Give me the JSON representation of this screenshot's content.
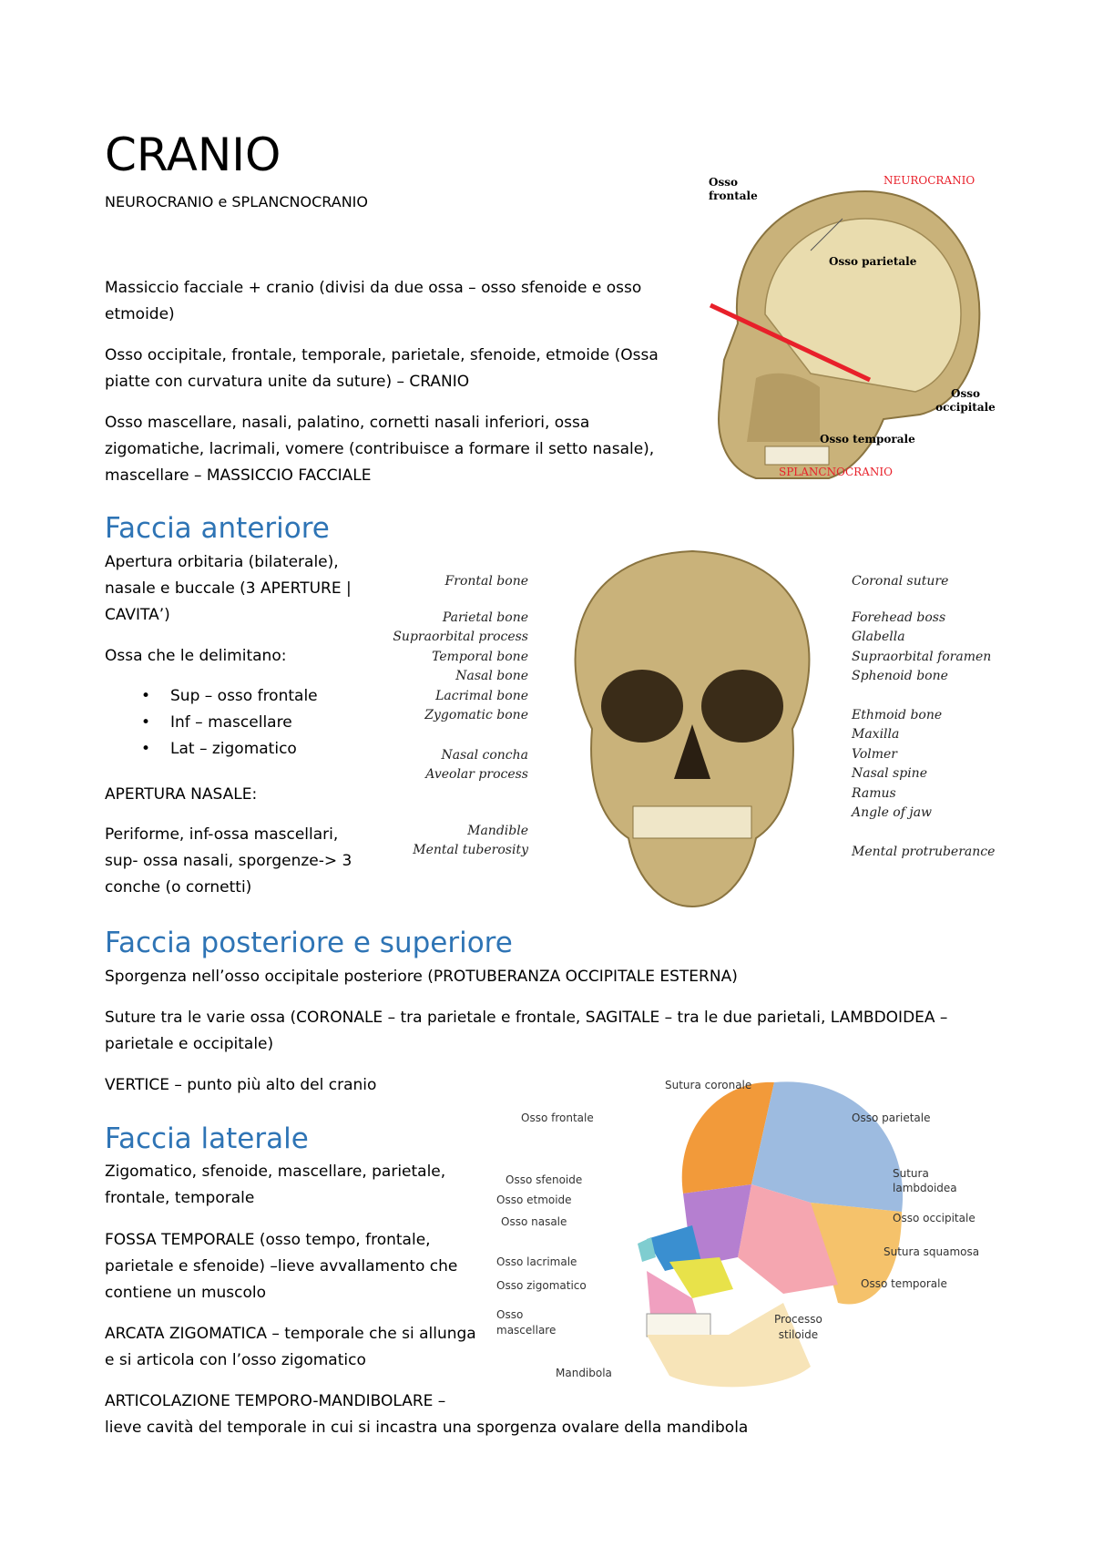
{
  "header": {
    "title": "CRANIO",
    "subtitle": "NEUROCRANIO e SPLANCNOCRANIO"
  },
  "intro": {
    "p1": "Massiccio facciale + cranio (divisi da due ossa – osso sfenoide e osso etmoide)",
    "p2": "Osso occipitale, frontale, temporale, parietale, sfenoide, etmoide (Ossa piatte con curvatura unite da suture) – CRANIO",
    "p3": "Osso mascellare, nasali, palatino, cornetti nasali inferiori, ossa zigomatiche, lacrimali, vomere (contribuisce a formare il setto nasale), mascellare – MASSICCIO FACCIALE"
  },
  "fig1": {
    "frontale": "Osso frontale",
    "parietale": "Osso parietale",
    "occipitale": "Osso occipitale",
    "temporale": "Osso temporale",
    "neuro": "NEUROCRANIO",
    "splanc": "SPLANCNOCRANIO"
  },
  "anteriore": {
    "heading": "Faccia anteriore",
    "p1": "Apertura orbitaria (bilaterale), nasale e buccale (3 APERTURE | CAVITA’)",
    "p2": "Ossa che le delimitano:",
    "bullets": [
      "Sup – osso frontale",
      "Inf – mascellare",
      "Lat – zigomatico"
    ],
    "p3": "APERTURA NASALE:",
    "p4": "Periforme, inf-ossa mascellari, sup- ossa nasali, sporgenze-> 3 conche (o cornetti)"
  },
  "fig2": {
    "left": [
      "Frontal bone",
      "Parietal bone",
      "Supraorbital process",
      "Temporal bone",
      "Nasal bone",
      "Lacrimal bone",
      "Zygomatic bone",
      "Nasal concha",
      "Aveolar process",
      "Mandible",
      "Mental tuberosity"
    ],
    "right": [
      "Coronal suture",
      "Forehead boss",
      "Glabella",
      "Supraorbital foramen",
      "Sphenoid bone",
      "Ethmoid bone",
      "Maxilla",
      "Volmer",
      "Nasal spine",
      "Ramus",
      "Angle of jaw",
      "Mental protruberance"
    ]
  },
  "posteriore": {
    "heading": "Faccia posteriore e superiore",
    "p1": "Sporgenza nell’osso occipitale posteriore (PROTUBERANZA OCCIPITALE ESTERNA)",
    "p2": "Suture tra le varie ossa (CORONALE – tra parietale e frontale, SAGITALE – tra le due parietali, LAMBDOIDEA – parietale e occipitale)",
    "p3": "VERTICE – punto più alto del cranio"
  },
  "laterale": {
    "heading": "Faccia laterale",
    "p1": "Zigomatico, sfenoide, mascellare, parietale, frontale, temporale",
    "p2": "FOSSA TEMPORALE (osso tempo, frontale, parietale e sfenoide) –lieve avvallamento che contiene un muscolo",
    "p3": "ARCATA ZIGOMATICA – temporale che si allunga e si articola con l’osso zigomatico",
    "p4a": "ARTICOLAZIONE TEMPORO-MANDIBOLARE –",
    "p4b": "lieve cavità del temporale in cui si incastra una sporgenza ovalare della mandibola"
  },
  "fig3": {
    "sutura_coronale": "Sutura coronale",
    "frontale": "Osso frontale",
    "parietale": "Osso parietale",
    "sfenoide": "Osso sfenoide",
    "etmoide": "Osso etmoide",
    "nasale": "Osso nasale",
    "lacrimale": "Osso lacrimale",
    "zigomatico": "Osso zigomatico",
    "mascellare_a": "Osso",
    "mascellare_b": "mascellare",
    "mandibola": "Mandibola",
    "lambdoidea_a": "Sutura",
    "lambdoidea_b": "lambdoidea",
    "occipitale": "Osso occipitale",
    "squamosa": "Sutura squamosa",
    "temporale": "Osso temporale",
    "stiloide_a": "Processo",
    "stiloide_b": "stiloide"
  },
  "colors": {
    "heading": "#2e74b5",
    "red_label": "#e8202a",
    "bone": "#c9b27a"
  }
}
